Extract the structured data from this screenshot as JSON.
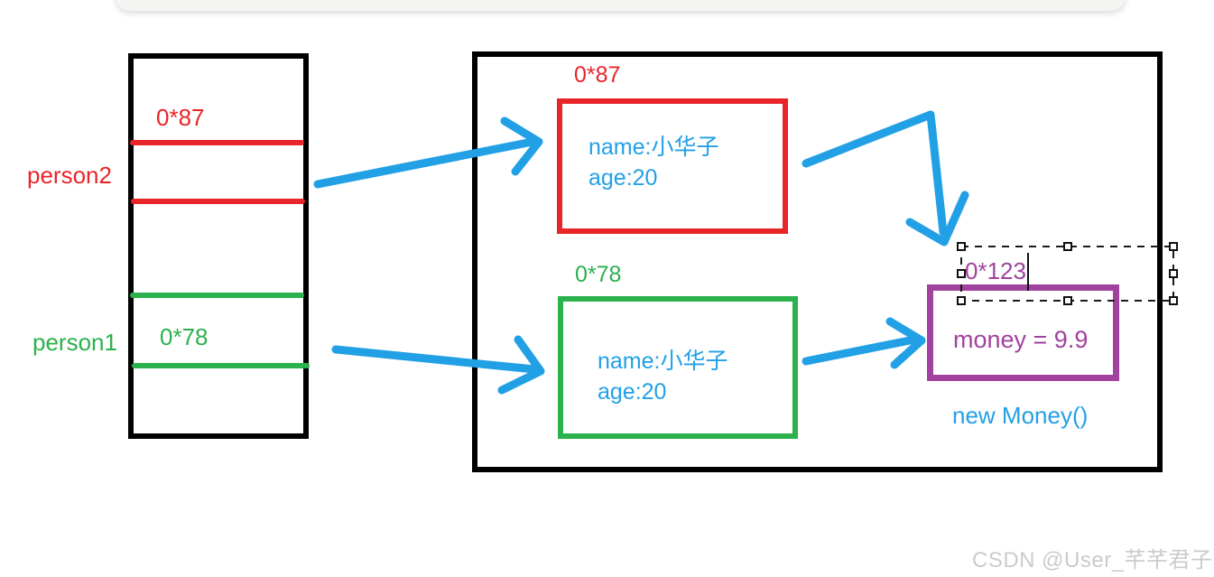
{
  "colors": {
    "red": "#e82529",
    "green": "#2bb24c",
    "blue": "#22a0e6",
    "purple": "#a1429e",
    "outline": "#000000",
    "toolbar": "#f4f4f3",
    "watermark_gray": "#cbcbcb"
  },
  "stack": {
    "person2": {
      "label": "person2",
      "address": "0*87"
    },
    "person1": {
      "label": "person1",
      "address": "0*78"
    }
  },
  "heap": {
    "object87": {
      "address": "0*87",
      "field_name": "name:小华子",
      "field_age": "age:20"
    },
    "object78": {
      "address": "0*78",
      "field_name": "name:小华子",
      "field_age": "age:20"
    },
    "money": {
      "address": "0*123",
      "value": "money = 9.9",
      "caption": "new Money()"
    }
  },
  "watermark": "CSDN @User_芊芊君子"
}
